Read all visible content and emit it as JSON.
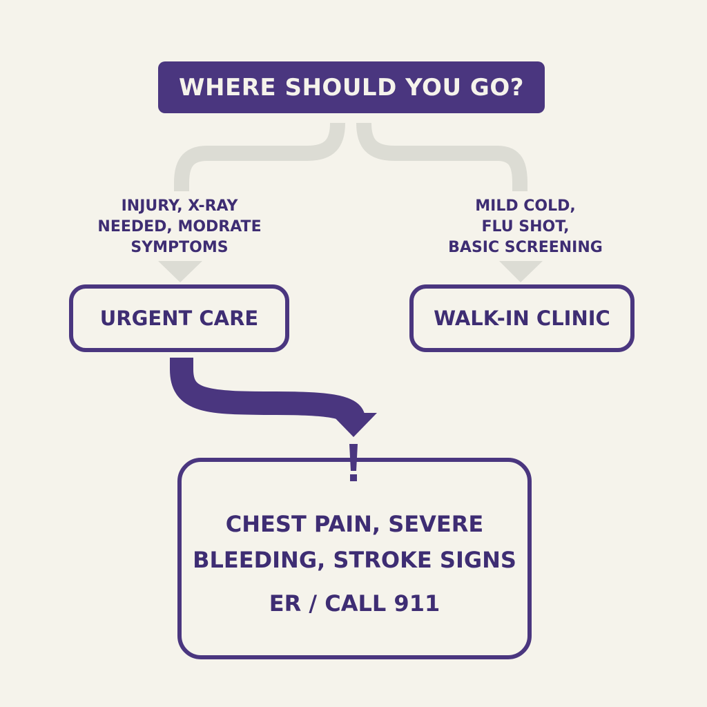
{
  "colors": {
    "background": "#f5f3eb",
    "primary": "#4a367f",
    "text": "#3e2d73",
    "connector": "#dcdcd4"
  },
  "title": "WHERE SHOULD YOU GO?",
  "branches": {
    "left": {
      "condition_lines": [
        "INJURY, X-RAY",
        "NEEDED, MODRATE",
        "SYMPTOMS"
      ],
      "destination": "URGENT CARE"
    },
    "right": {
      "condition_lines": [
        "MILD COLD,",
        "FLU SHOT,",
        "BASIC SCREENING"
      ],
      "destination": "WALK-IN CLINIC"
    }
  },
  "emergency": {
    "symptom_lines": [
      "CHEST PAIN, SEVERE",
      "BLEEDING, STROKE SIGNS"
    ],
    "action": "ER / CALL 911",
    "alert_icon": "exclamation-icon"
  }
}
